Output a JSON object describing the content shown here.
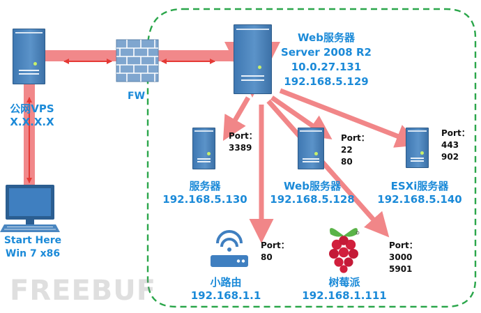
{
  "vps": {
    "label_line1": "公网VPS",
    "label_line2": "X.X.X.X"
  },
  "firewall": {
    "label": "FW"
  },
  "attacker": {
    "label_line1": "Start Here",
    "label_line2": "Win 7 x86"
  },
  "web_server": {
    "line1": "Web服务器",
    "line2": "Server 2008 R2",
    "line3": "10.0.27.131",
    "line4": "192.168.5.129"
  },
  "targets": [
    {
      "name": "服务器",
      "ip": "192.168.5.130",
      "port_title": "Port：",
      "ports": [
        "3389"
      ]
    },
    {
      "name": "Web服务器",
      "ip": "192.168.5.128",
      "port_title": "Port：",
      "ports": [
        "22",
        "80"
      ]
    },
    {
      "name": "ESXi服务器",
      "ip": "192.168.5.140",
      "port_title": "Port：",
      "ports": [
        "443",
        "902"
      ]
    },
    {
      "name": "小路由",
      "ip": "192.168.1.1",
      "port_title": "Port：",
      "ports": [
        "80"
      ]
    },
    {
      "name": "树莓派",
      "ip": "192.168.1.111",
      "port_title": "Port：",
      "ports": [
        "3000",
        "5901"
      ]
    }
  ],
  "watermark": "FREEBUF",
  "colors": {
    "label_blue": "#1b8ad8",
    "arrow_red": "#f07c7e",
    "boundary_green": "#2aa64a",
    "server_blue": "#4a86c0"
  }
}
